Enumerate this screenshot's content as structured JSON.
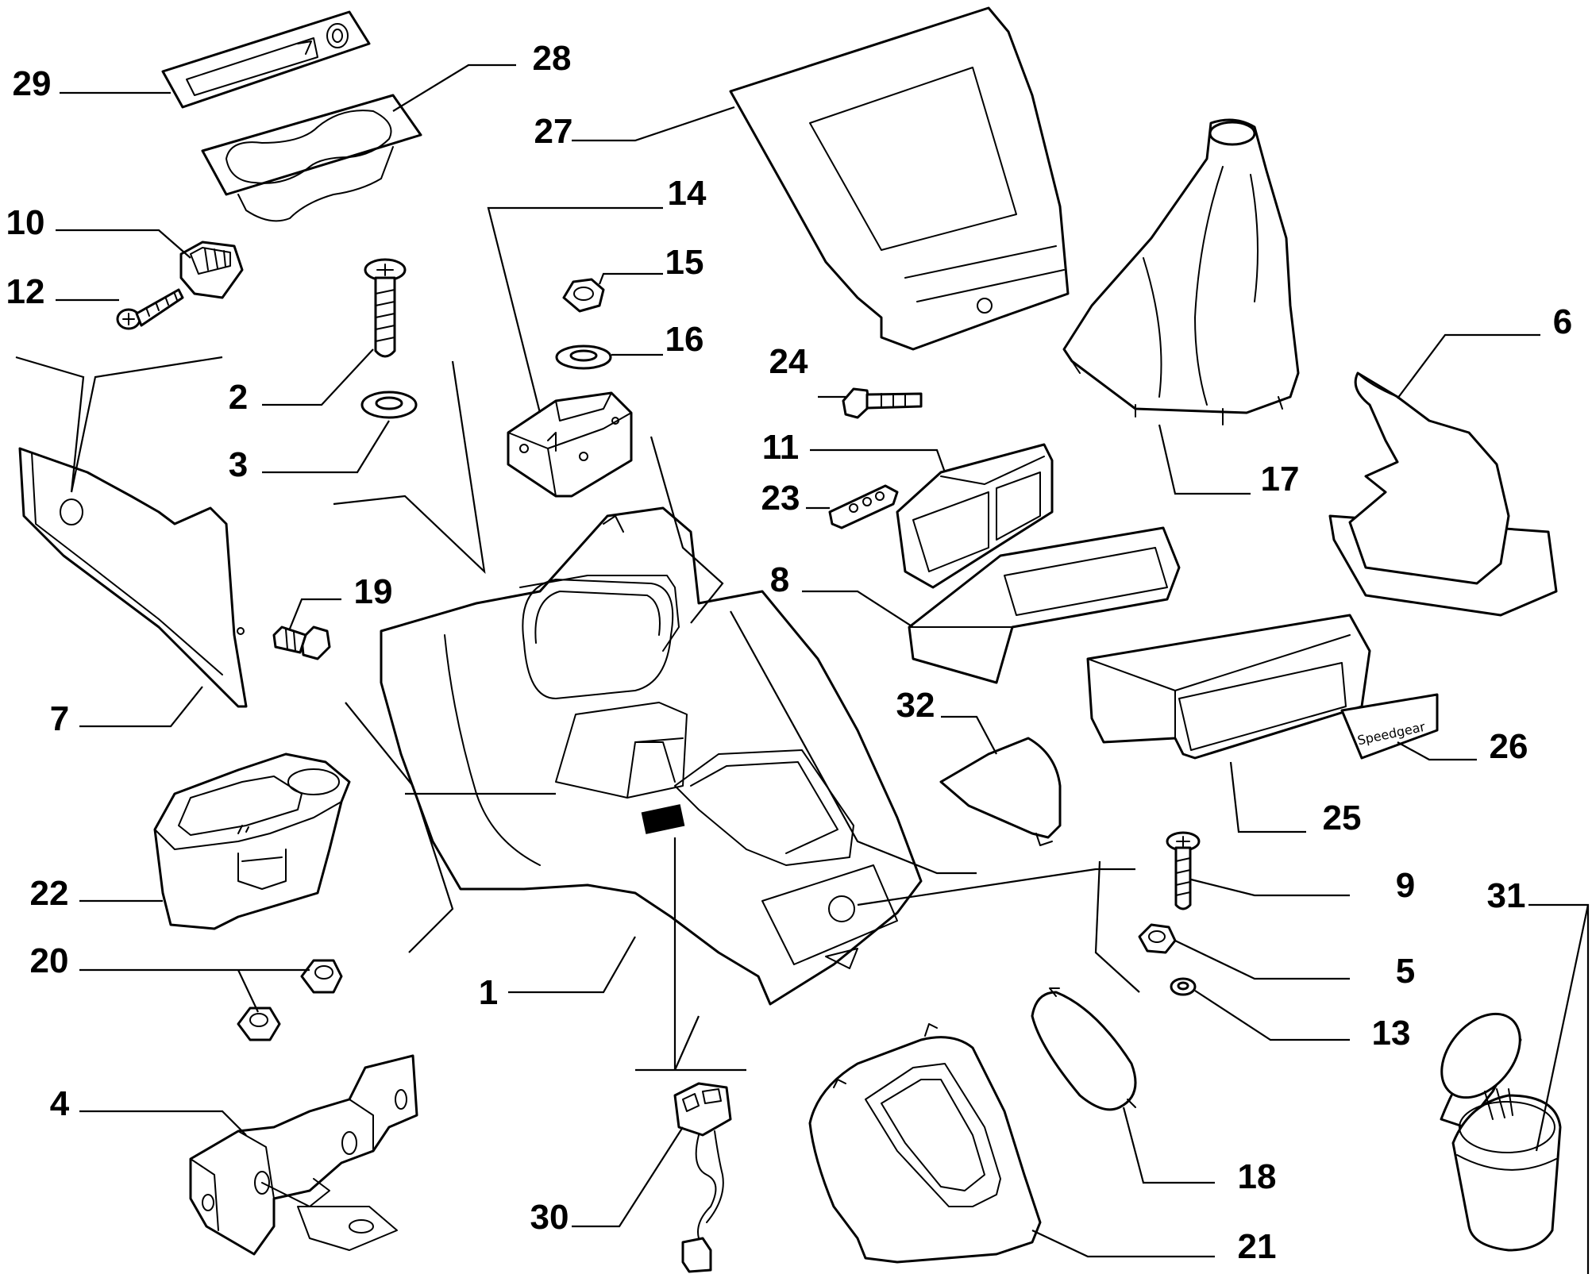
{
  "diagram": {
    "callouts": [
      "1",
      "2",
      "3",
      "4",
      "5",
      "6",
      "7",
      "8",
      "9",
      "10",
      "11",
      "12",
      "13",
      "14",
      "15",
      "16",
      "17",
      "18",
      "19",
      "20",
      "21",
      "22",
      "23",
      "24",
      "25",
      "26",
      "27",
      "28",
      "29",
      "30",
      "31",
      "32"
    ],
    "badge_text": "Speedgear",
    "colors": {
      "line": "#000000",
      "background": "#ffffff"
    }
  }
}
